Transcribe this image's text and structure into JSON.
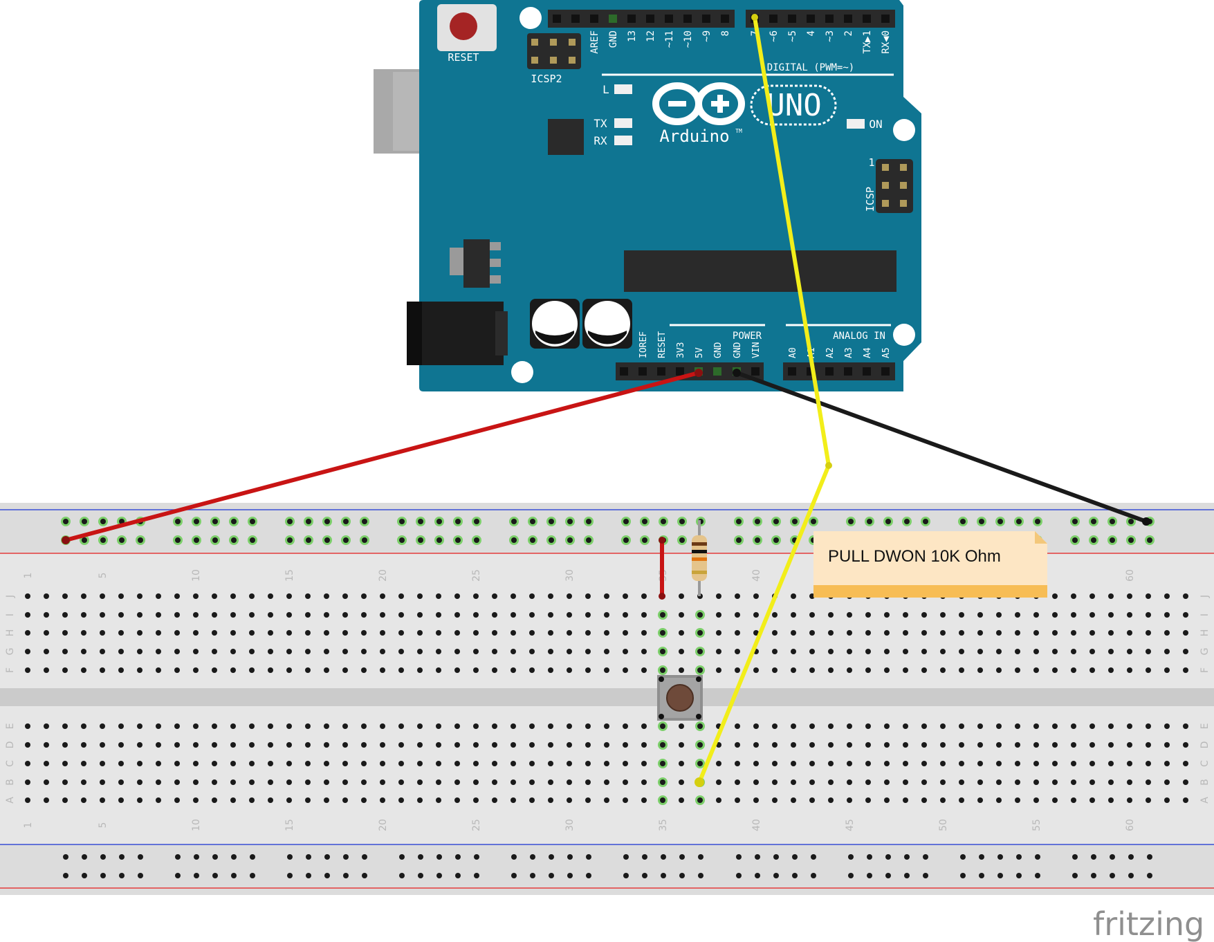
{
  "colors": {
    "board": "#0f7592",
    "board_edge": "#0c6680",
    "header": "#2a2a2a",
    "breadboard": "#e6e6e6",
    "breadboard_rail": "#dcdcdc",
    "hole": "#1a1a1a",
    "hole_active": "#7ccf6a",
    "rail_red": "#e33b3b",
    "rail_blue": "#3a4fd6",
    "wire_red": "#c81414",
    "wire_black": "#1a1a1a",
    "wire_yellow": "#f2ee1a",
    "note_bg": "#fde6c4",
    "note_band": "#f7bd55"
  },
  "arduino": {
    "reset_label": "RESET",
    "icsp2_label": "ICSP2",
    "icsp_label": "ICSP",
    "icsp_pin1": "1",
    "led_l": "L",
    "led_tx": "TX",
    "led_rx": "RX",
    "led_on": "ON",
    "brand": "Arduino",
    "tm": "TM",
    "model": "UNO",
    "digital_label": "DIGITAL (PWM=~)",
    "power_label": "POWER",
    "analog_label": "ANALOG IN",
    "top_header_left_pins": [
      "AREF",
      "GND",
      "13",
      "12",
      "~11",
      "~10",
      "~9",
      "8"
    ],
    "top_header_right_pins": [
      "7",
      "~6",
      "~5",
      "4",
      "~3",
      "2",
      "TX▶1",
      "RX◀0"
    ],
    "power_pins": [
      "IOREF",
      "RESET",
      "3V3",
      "5V",
      "GND",
      "GND",
      "VIN"
    ],
    "analog_pins": [
      "A0",
      "A1",
      "A2",
      "A3",
      "A4",
      "A5"
    ]
  },
  "breadboard": {
    "columns": 63,
    "column_numbers": [
      "1",
      "5",
      "10",
      "15",
      "20",
      "25",
      "30",
      "35",
      "40",
      "45",
      "50",
      "55",
      "60"
    ],
    "rows_top": [
      "J",
      "I",
      "H",
      "G",
      "F"
    ],
    "rows_bottom": [
      "E",
      "D",
      "C",
      "B",
      "A"
    ]
  },
  "note": {
    "text": "PULL DWON 10K Ohm"
  },
  "watermark": "fritzing",
  "wires": [
    {
      "name": "wire-5v-to-rail",
      "color": "red"
    },
    {
      "name": "wire-gnd-to-rail",
      "color": "black"
    },
    {
      "name": "wire-pin7-to-button",
      "color": "yellow"
    },
    {
      "name": "wire-rail-to-button",
      "color": "red"
    }
  ]
}
